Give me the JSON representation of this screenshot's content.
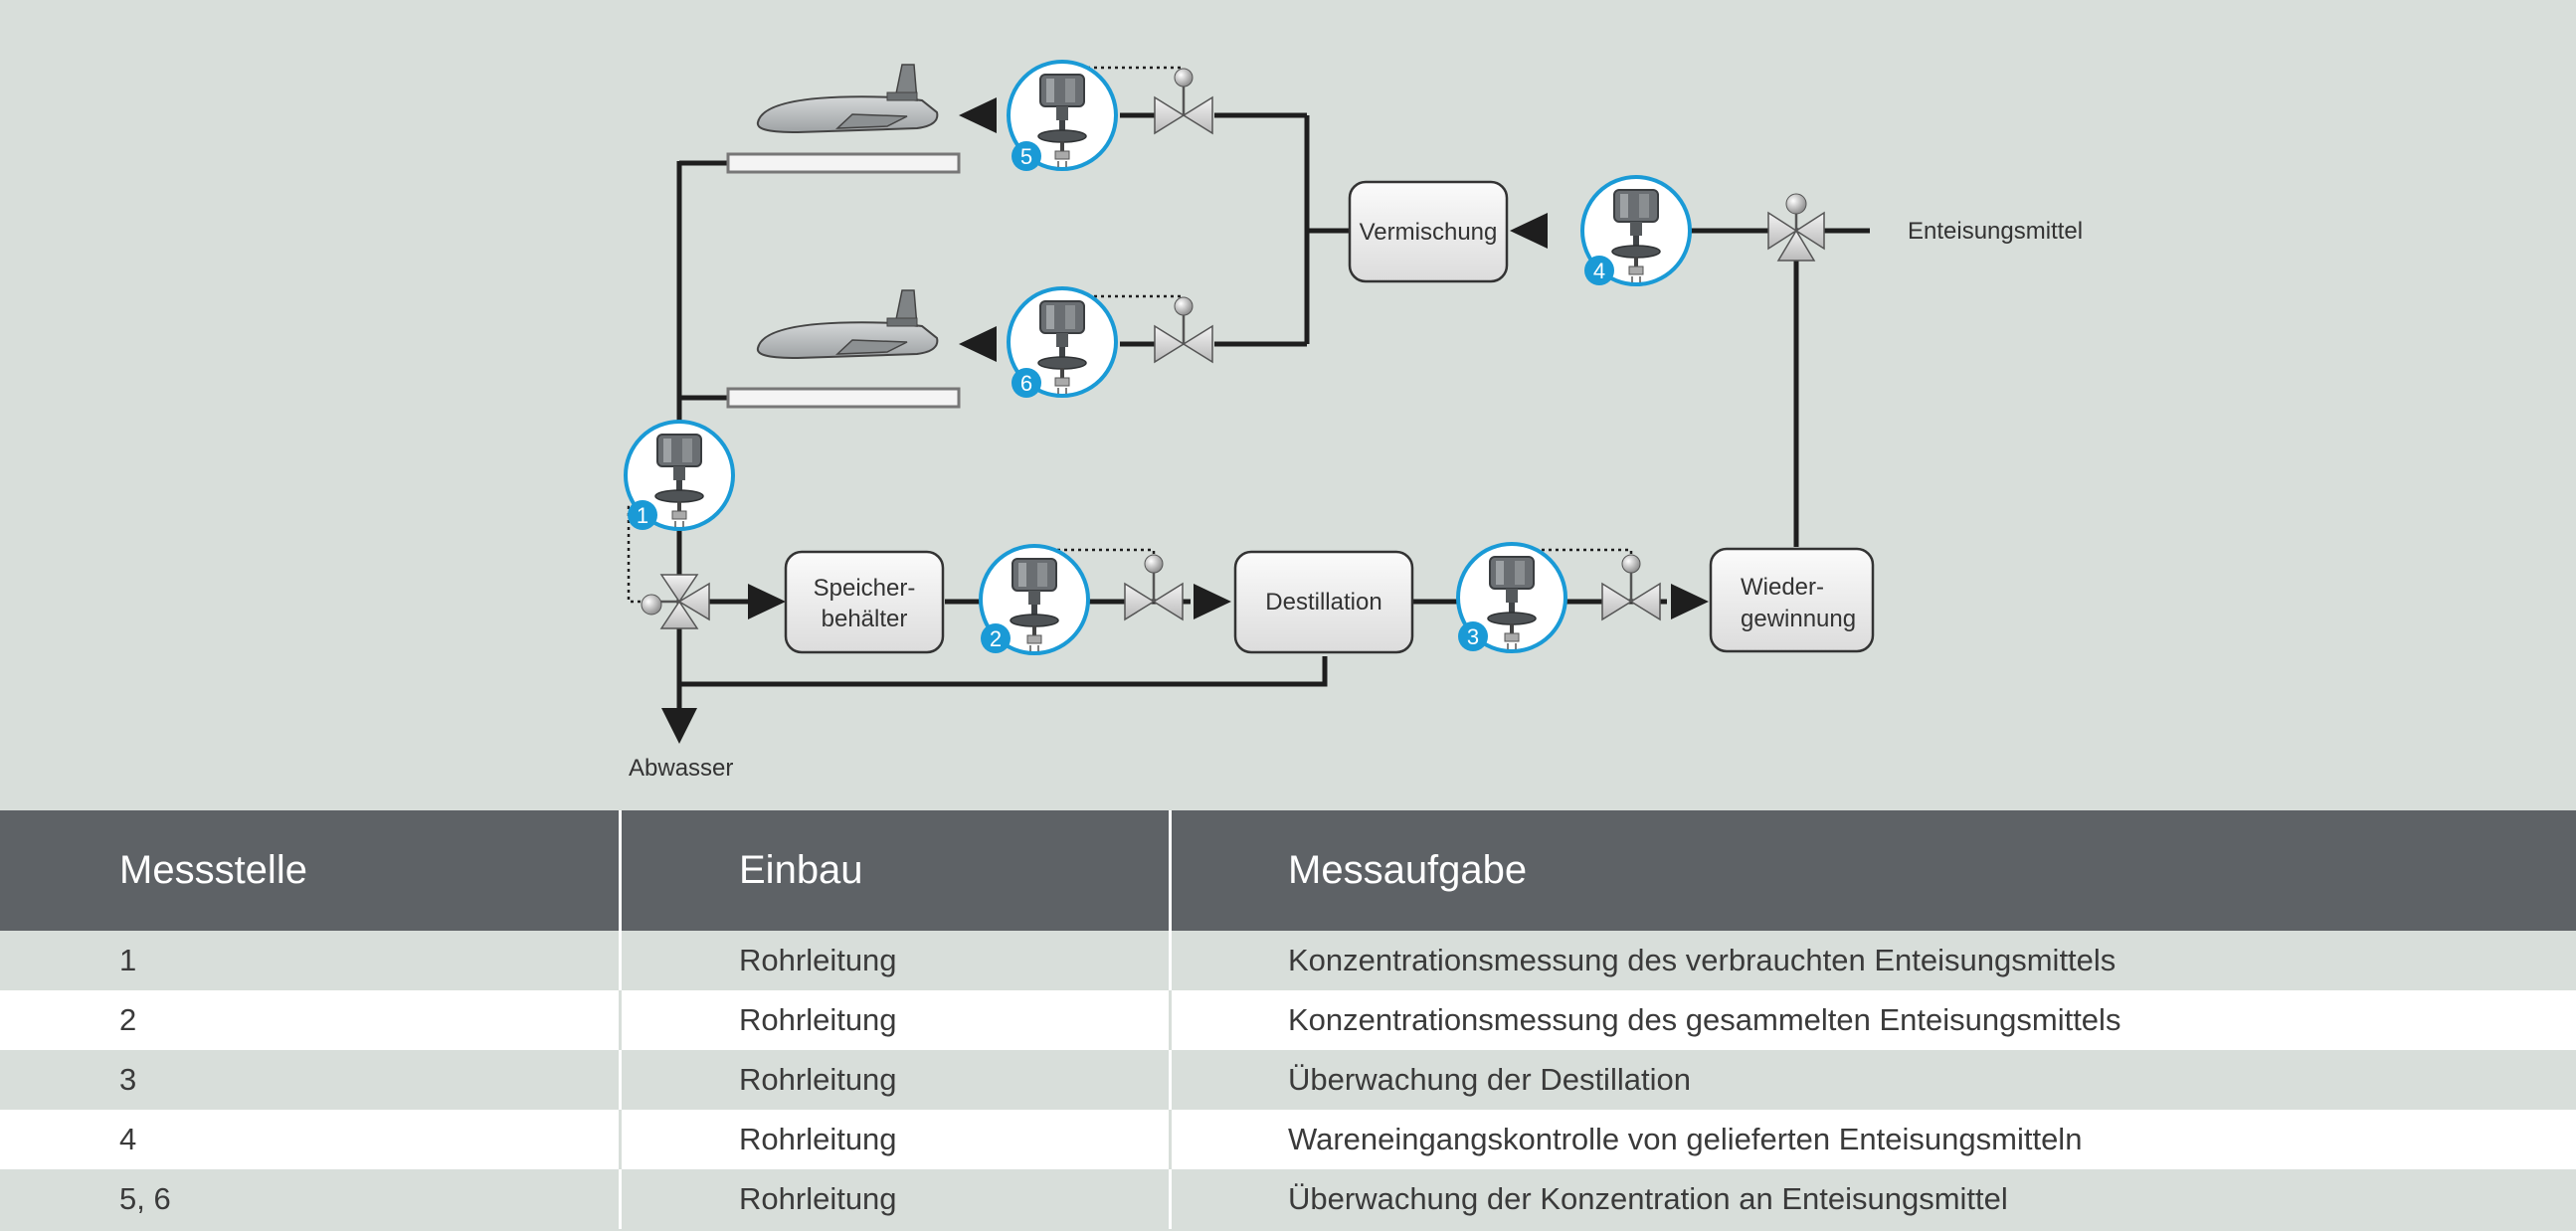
{
  "diagram": {
    "labels": {
      "vermischung": "Vermischung",
      "enteisungsmittel": "Enteisungsmittel",
      "speicher_line1": "Speicher-",
      "speicher_line2": "behälter",
      "destillation": "Destillation",
      "wieder_line1": "Wieder-",
      "wieder_line2": "gewinnung",
      "abwasser": "Abwasser"
    },
    "badges": [
      "1",
      "2",
      "3",
      "4",
      "5",
      "6"
    ]
  },
  "table": {
    "headers": [
      "Messstelle",
      "Einbau",
      "Messaufgabe"
    ],
    "rows": [
      [
        "1",
        "Rohrleitung",
        "Konzentrationsmessung des verbrauchten Enteisungsmittels"
      ],
      [
        "2",
        "Rohrleitung",
        "Konzentrationsmessung des gesammelten Enteisungsmittels"
      ],
      [
        "3",
        "Rohrleitung",
        "Überwachung der Destillation"
      ],
      [
        "4",
        "Rohrleitung",
        "Wareneingangskontrolle von gelieferten Enteisungsmitteln"
      ],
      [
        "5, 6",
        "Rohrleitung",
        "Überwachung der Konzentration an Enteisungsmittel"
      ]
    ]
  },
  "colors": {
    "background": "#d8deda",
    "header": "#5e6266",
    "accent_blue": "#1a9ad6",
    "line": "#1e1e1e"
  }
}
